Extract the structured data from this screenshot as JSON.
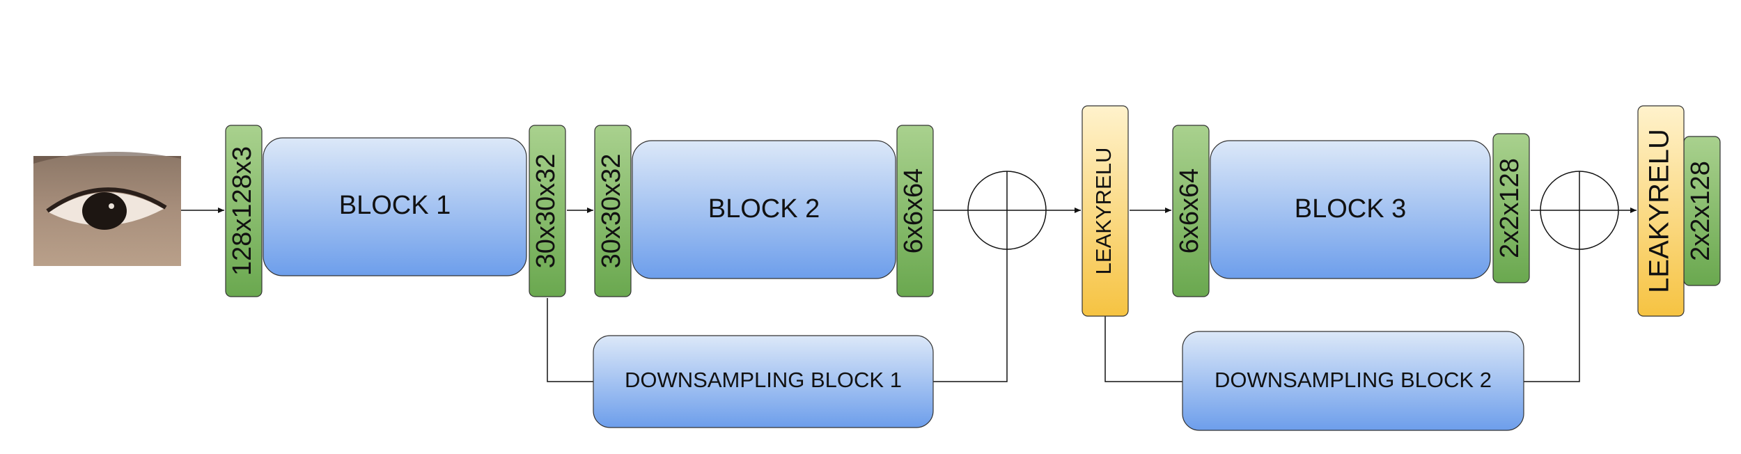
{
  "input_image": {
    "description_icon": "eye-photo-icon"
  },
  "tensors": {
    "t1": "128x128x3",
    "t2": "30x30x32",
    "t3": "30x30x32",
    "t4": "6x6x64",
    "t5": "6x6x64",
    "t6": "2x2x128",
    "t7": "2x2x128"
  },
  "blocks": {
    "b1": "BLOCK 1",
    "b2": "BLOCK 2",
    "b3": "BLOCK 3",
    "ds1": "DOWNSAMPLING BLOCK 1",
    "ds2": "DOWNSAMPLING BLOCK 2"
  },
  "activations": {
    "a1": "LEAKYRELU",
    "a2": "LEAKYRELU"
  },
  "colors": {
    "tensor_top": "#a9d18e",
    "tensor_bottom": "#6aa84f",
    "block_top": "#dce8f8",
    "block_bottom": "#6d9eeb",
    "act_top": "#fff2cc",
    "act_bottom": "#f6c342"
  }
}
